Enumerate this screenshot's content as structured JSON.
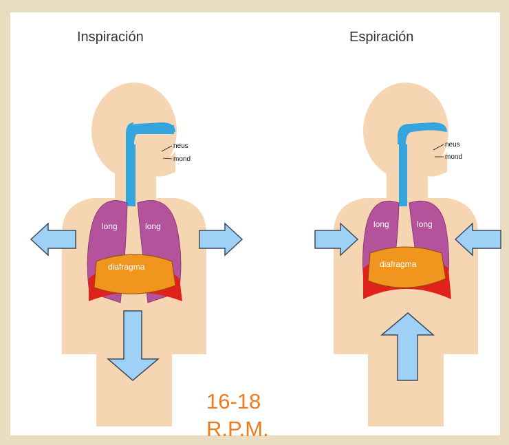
{
  "titles": {
    "inspiration": "Inspiración",
    "expiration": "Espiración"
  },
  "labels": {
    "nose": "neus",
    "mouth": "mond",
    "lung": "long",
    "diaphragm": "diafragma"
  },
  "rate": {
    "line1": "16-18",
    "line2": "R.P.M."
  },
  "colors": {
    "skin": "#f6d6b2",
    "airway": "#34a6dd",
    "lung": "#b4529c",
    "diaphragm": "#f0961e",
    "muscle": "#e0221b",
    "arrow": "#9fd0f5",
    "rate_text": "#f07a1e"
  }
}
